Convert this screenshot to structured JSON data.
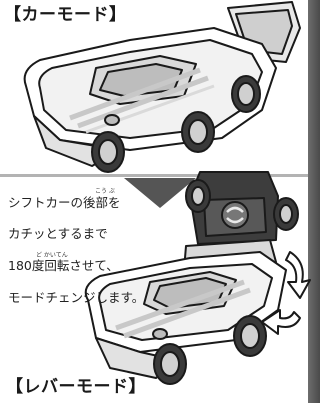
{
  "headings": {
    "car_mode": "【カーモード】",
    "lever_mode": "【レバーモード】"
  },
  "instructions": {
    "line1": "シフトカーの後部を",
    "line2": "カチッとするまで",
    "line3": "180度回転させて、",
    "line4": "モードチェンジします。"
  },
  "furigana": {
    "koubu": "こう ぶ",
    "do_kaiten": "ど かいてん"
  },
  "colors": {
    "divider": "#b3b3b3",
    "arrow": "#555555",
    "sidebar": "#5a5a5a"
  }
}
